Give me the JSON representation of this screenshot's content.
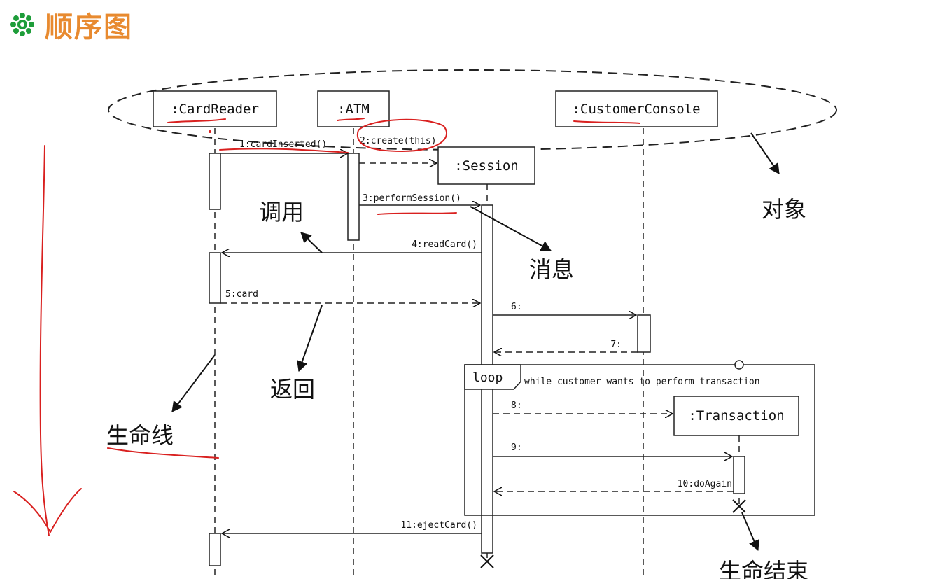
{
  "page": {
    "title": "顺序图",
    "bullet_icon": "gear-flower-icon",
    "title_color": "#e88a2f"
  },
  "diagram": {
    "objects": [
      {
        "id": "cardreader",
        "label": ":CardReader"
      },
      {
        "id": "atm",
        "label": ":ATM"
      },
      {
        "id": "session",
        "label": ":Session"
      },
      {
        "id": "console",
        "label": ":CustomerConsole"
      },
      {
        "id": "transaction",
        "label": ":Transaction"
      }
    ],
    "messages": [
      {
        "id": "m1",
        "label": "1:cardInserted()"
      },
      {
        "id": "m2",
        "label": "2:create(this)"
      },
      {
        "id": "m3",
        "label": "3:performSession()"
      },
      {
        "id": "m4",
        "label": "4:readCard()"
      },
      {
        "id": "m5",
        "label": "5:card"
      },
      {
        "id": "m6",
        "label": "6:"
      },
      {
        "id": "m7",
        "label": "7:"
      },
      {
        "id": "m8",
        "label": "8:"
      },
      {
        "id": "m9",
        "label": "9:"
      },
      {
        "id": "m10",
        "label": "10:doAgain"
      },
      {
        "id": "m11",
        "label": "11:ejectCard()"
      }
    ],
    "loop": {
      "tag": "loop",
      "condition": "while customer wants to perform transaction"
    },
    "annotations": {
      "objects_note": "对象",
      "message_note": "消息",
      "call_note": "调用",
      "return_note": "返回",
      "lifeline_note": "生命线",
      "end_note": "生命结束"
    },
    "colors": {
      "ink": "#111111",
      "markup_red": "#d9201f",
      "title_orange": "#e88a2f",
      "bullet_green": "#1e9d3a"
    }
  }
}
